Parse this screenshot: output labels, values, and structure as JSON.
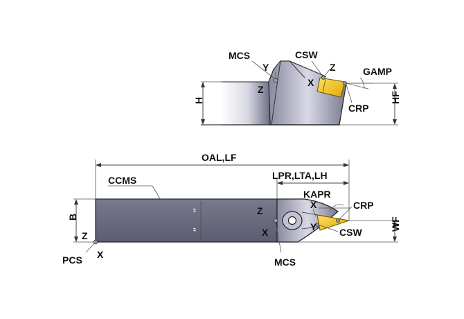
{
  "side_view": {
    "labels": {
      "mcs": "MCS",
      "csw": "CSW",
      "y": "Y",
      "z_top": "Z",
      "z_left": "Z",
      "x": "X",
      "gamp": "GAMP",
      "crp": "CRP",
      "h": "H",
      "hf": "HF"
    }
  },
  "top_view": {
    "labels": {
      "oal_lf": "OAL,LF",
      "ccms": "CCMS",
      "lpr_lta_lh": "LPR,LTA,LH",
      "kapr": "KAPR",
      "crp": "CRP",
      "csw": "CSW",
      "z_head": "Z",
      "x_head_top": "X",
      "x_head_bottom": "X",
      "y_head": "Y",
      "mcs": "MCS",
      "b": "B",
      "wf": "WF",
      "pcs": "PCS",
      "z_pcs": "Z",
      "x_pcs": "X"
    }
  },
  "colors": {
    "body_dark": "#6f6f82",
    "body_light": "#c9c9d6",
    "insert_yellow": "#f2c200",
    "insert_dark": "#b38f00",
    "line": "#222222"
  }
}
